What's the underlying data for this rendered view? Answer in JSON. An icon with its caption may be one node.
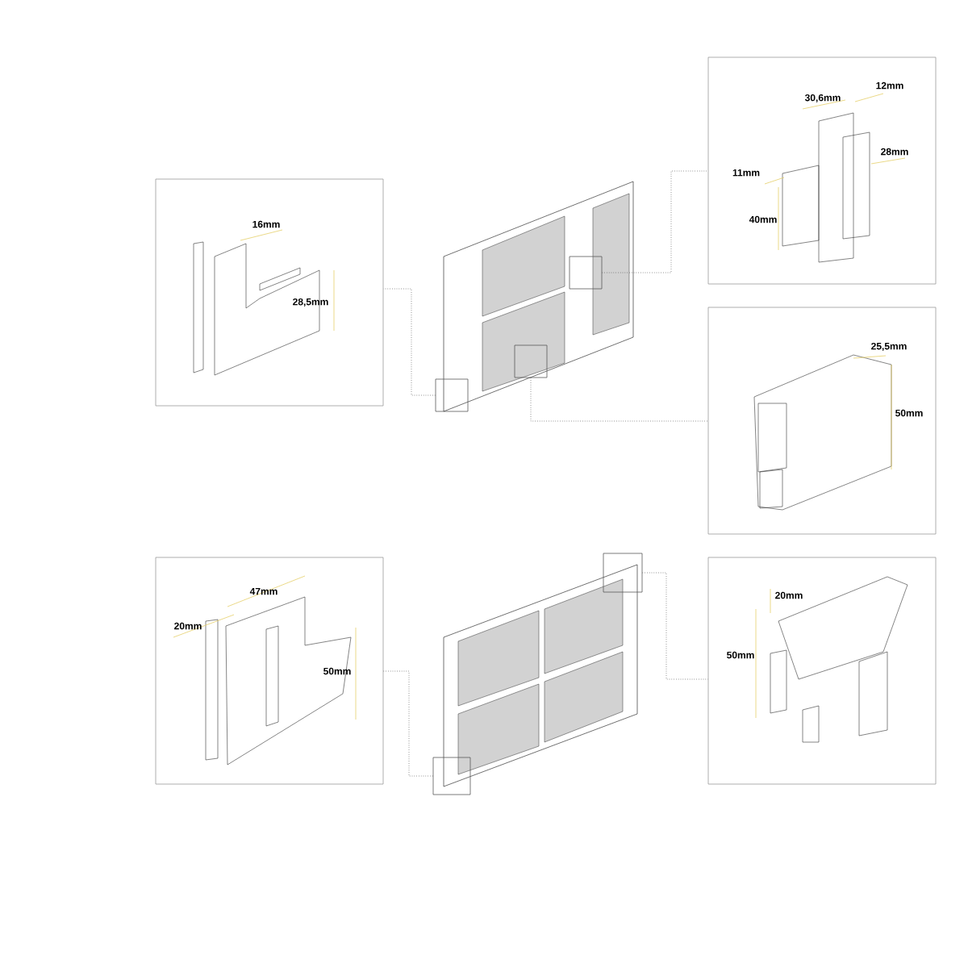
{
  "diagram": {
    "nodes": [
      {
        "text": [
          "16mm",
          "28,5mm"
        ]
      },
      {
        "text": [
          "30,6mm",
          "12mm",
          "28mm",
          "11mm",
          "40mm"
        ]
      },
      {
        "text": [
          "25,5mm",
          "50mm"
        ]
      },
      {
        "text": [
          "47mm",
          "20mm",
          "50mm"
        ]
      },
      {
        "text": [
          "20mm",
          "50mm"
        ]
      },
      {
        "text": [],
        "shape": "picture"
      },
      {
        "text": [],
        "shape": "box",
        "in": 5
      },
      {
        "text": [],
        "shape": "box"
      },
      {
        "text": [],
        "shape": "box",
        "in": 5
      },
      {
        "text": [],
        "shape": "picture"
      },
      {
        "text": [],
        "shape": "box"
      },
      {
        "text": [],
        "shape": "box"
      }
    ],
    "edges": [
      {
        "from": 6,
        "to": 1,
        "arrow": "none"
      },
      {
        "from": 7,
        "to": 0,
        "arrow": "none"
      },
      {
        "from": 8,
        "to": 2,
        "arrow": "none"
      },
      {
        "from": 10,
        "to": 4,
        "arrow": "none"
      },
      {
        "from": 11,
        "to": 3,
        "arrow": "none"
      }
    ]
  }
}
